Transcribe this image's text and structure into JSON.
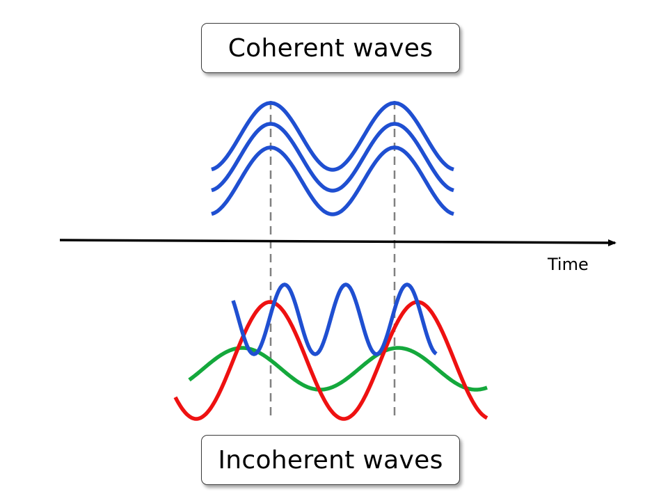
{
  "coherent_label": "Coherent waves",
  "incoherent_label": "Incoherent waves",
  "axis_label": "Time",
  "colors": {
    "blue": "#1f4fd1",
    "red": "#ee1111",
    "green": "#14a83c",
    "axis": "#000000",
    "guide": "#808080"
  }
}
